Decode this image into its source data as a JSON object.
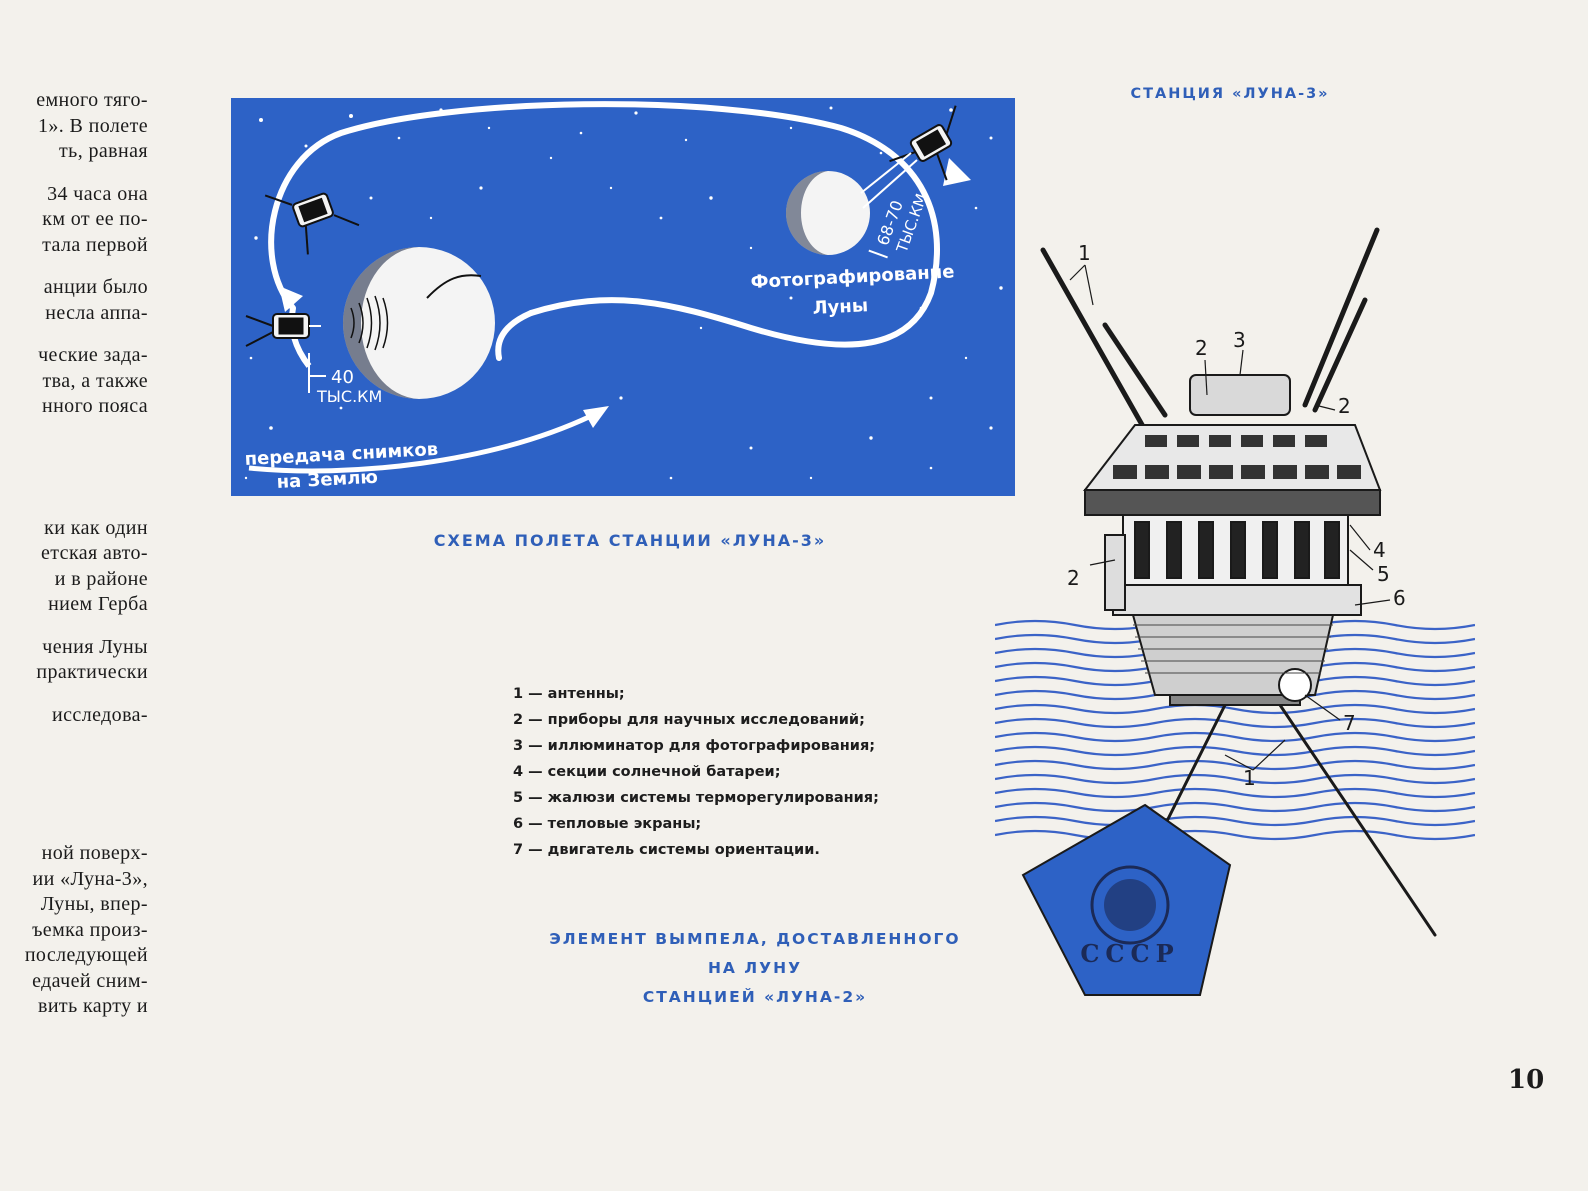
{
  "left_column": {
    "lines": [
      "емного тяго-",
      "1». В полете",
      "ть,   равная",
      "34 часа она",
      "км от ее по-",
      "тала первой",
      "анции было",
      "несла аппа-",
      "ческие зада-",
      "тва, а также",
      "нного пояса",
      "ки как один",
      "етская авто-",
      "и в районе",
      "нием  Герба",
      "чения Луны",
      "практически",
      "исследова-",
      "ной поверх-",
      "ии «Луна-3»,",
      "Луны, впер-",
      "ъемка произ-",
      "последующей",
      "едачей сним-",
      "вить карту и"
    ]
  },
  "flight_diagram": {
    "caption": "СХЕМА ПОЛЕТА СТАНЦИИ «ЛУНА-3»",
    "label_photo_line1": "Фотографирование",
    "label_photo_line2": "Луны",
    "label_transmit_line1": "передача снимков",
    "label_transmit_line2": "на Землю",
    "dist_near_line1": "40",
    "dist_near_line2": "ТЫС.КМ",
    "dist_far_line1": "68-70",
    "dist_far_line2": "ТЫС.КМ"
  },
  "station": {
    "caption": "СТАНЦИЯ «ЛУНА-3»",
    "callouts": [
      "1",
      "2",
      "3",
      "2",
      "2",
      "4",
      "5",
      "6",
      "7",
      "1"
    ]
  },
  "legend": {
    "items": [
      "1  —  антенны;",
      "2  —  приборы для научных исследований;",
      "3  —  иллюминатор для  фотографирования;",
      "4  —  секции солнечной батареи;",
      "5  —  жалюзи системы терморегулирования;",
      "6  —  тепловые экраны;",
      "7  —  двигатель системы ориентации."
    ]
  },
  "pennant": {
    "caption_line1": "ЭЛЕМЕНТ ВЫМПЕЛА, ДОСТАВЛЕННОГО",
    "caption_line2": "НА  ЛУНУ",
    "caption_line3": "СТАНЦИЕЙ «ЛУНА-2»",
    "emblem_text": "СССР"
  },
  "page_number": "10"
}
